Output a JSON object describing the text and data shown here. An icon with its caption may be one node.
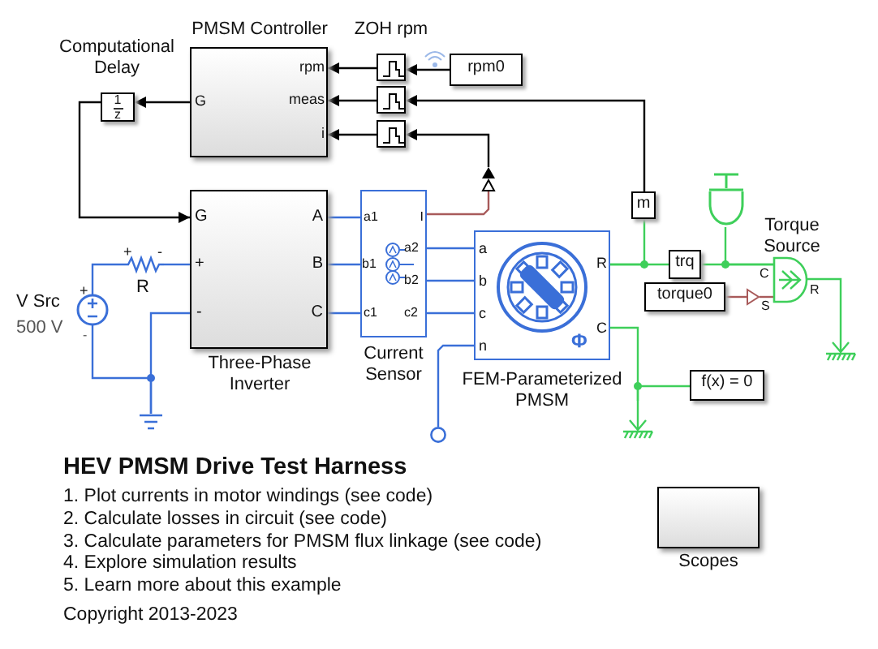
{
  "diagram": {
    "title": "HEV PMSM Drive Test Harness",
    "nodes": [
      {
        "text": [
          "Computational Delay",
          "1",
          "z"
        ]
      },
      {
        "text": [
          "PMSM Controller",
          "G",
          "rpm",
          "meas",
          "i"
        ]
      },
      {
        "text": [
          "ZOH rpm"
        ]
      },
      {
        "text": [],
        "shape": "box"
      },
      {
        "text": [],
        "shape": "box"
      },
      {
        "text": [
          "rpm0"
        ]
      },
      {
        "text": [
          "G",
          "A",
          "+",
          "B",
          "-",
          "C",
          "Three-Phase Inverter"
        ]
      },
      {
        "text": [
          "a1",
          "I",
          "a2",
          "b1",
          "b2",
          "c1",
          "c2",
          "Current Sensor"
        ]
      },
      {
        "text": [
          "a",
          "b",
          "c",
          "n",
          "R",
          "C",
          "FEM-Parameterized PMSM"
        ]
      },
      {
        "text": [
          "m"
        ]
      },
      {
        "text": [
          "trq"
        ]
      },
      {
        "text": [
          "torque0"
        ]
      },
      {
        "text": [
          "Torque Source",
          "C",
          "S",
          "R"
        ]
      },
      {
        "text": [
          "f(x) = 0"
        ]
      },
      {
        "text": [
          "V Src",
          "500 V"
        ]
      },
      {
        "text": [
          "R"
        ]
      },
      {
        "text": [],
        "shape": "ground"
      },
      {
        "text": [],
        "shape": "ground"
      },
      {
        "text": [],
        "shape": "ground"
      },
      {
        "text": [],
        "shape": "circle"
      },
      {
        "text": [
          "Scopes"
        ]
      },
      {
        "text": [],
        "shape": "triangle"
      },
      {
        "text": [],
        "shape": "triangle"
      },
      {
        "text": [],
        "shape": "dome"
      }
    ],
    "edges": [
      {
        "from": 1,
        "to": 0,
        "arrow": "to",
        "color": "#000000"
      },
      {
        "from": 0,
        "to": 6,
        "arrow": "to",
        "color": "#000000"
      },
      {
        "from": 2,
        "to": 1,
        "arrow": "to",
        "color": "#000000"
      },
      {
        "from": 3,
        "to": 1,
        "arrow": "to",
        "color": "#000000"
      },
      {
        "from": 4,
        "to": 1,
        "arrow": "to",
        "color": "#000000"
      },
      {
        "from": 5,
        "to": 2,
        "arrow": "to",
        "color": "#000000"
      },
      {
        "from": 9,
        "to": 3,
        "arrow": "to",
        "color": "#000000"
      },
      {
        "from": 21,
        "to": 4,
        "arrow": "to",
        "color": "#000000"
      },
      {
        "from": 7,
        "to": 21,
        "arrow": "none",
        "color": "#a85a5a"
      },
      {
        "from": 6,
        "to": 7,
        "arrow": "none"
      },
      {
        "from": 6,
        "to": 7,
        "arrow": "none"
      },
      {
        "from": 6,
        "to": 7,
        "arrow": "none"
      },
      {
        "from": 7,
        "to": 8,
        "arrow": "none"
      },
      {
        "from": 7,
        "to": 8,
        "arrow": "none"
      },
      {
        "from": 7,
        "to": 8,
        "arrow": "none"
      },
      {
        "from": 8,
        "to": 19,
        "arrow": "none"
      },
      {
        "from": 14,
        "to": 15,
        "arrow": "none"
      },
      {
        "from": 15,
        "to": 6,
        "arrow": "none"
      },
      {
        "from": 14,
        "to": 16,
        "arrow": "none"
      },
      {
        "from": 6,
        "to": 16,
        "arrow": "none"
      },
      {
        "from": 8,
        "to": 9,
        "arrow": "none",
        "color": "#3ecf5a"
      },
      {
        "from": 8,
        "to": 10,
        "arrow": "none",
        "color": "#3ecf5a"
      },
      {
        "from": 10,
        "to": 12,
        "arrow": "none",
        "color": "#3ecf5a"
      },
      {
        "from": 23,
        "to": 12,
        "arrow": "none",
        "color": "#3ecf5a"
      },
      {
        "from": 12,
        "to": 17,
        "arrow": "none",
        "color": "#3ecf5a"
      },
      {
        "from": 11,
        "to": 22,
        "arrow": "none",
        "color": "#a85a5a"
      },
      {
        "from": 22,
        "to": 12,
        "arrow": "none",
        "color": "#a85a5a"
      },
      {
        "from": 8,
        "to": 18,
        "arrow": "none",
        "color": "#3ecf5a"
      },
      {
        "from": 13,
        "to": 18,
        "arrow": "none",
        "color": "#3ecf5a"
      }
    ],
    "labels": [
      "+",
      "-",
      "+",
      "-",
      "Φ",
      "1. Plot currents in motor windings (see code)",
      "2. Calculate losses in circuit (see code)",
      "3. Calculate parameters for PMSM flux linkage (see code)",
      "4. Explore simulation results",
      "5. Learn more about this example",
      "Copyright 2013-2023"
    ]
  }
}
